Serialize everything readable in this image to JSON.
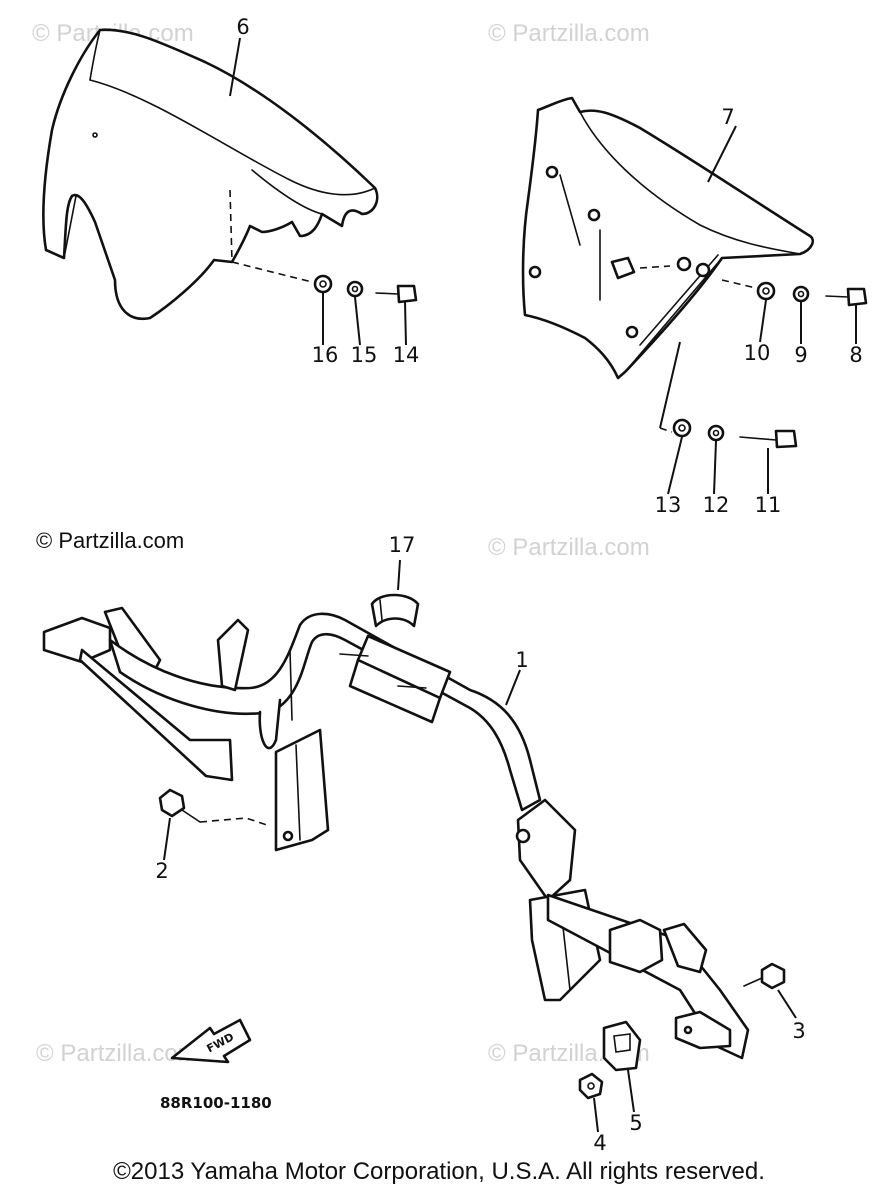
{
  "watermarks": [
    "© Partzilla.com",
    "© Partzilla.com",
    "© Partzilla.com",
    "© Partzilla.com",
    "© Partzilla.com"
  ],
  "copyright_mark": "© Partzilla.com",
  "callouts": [
    "1",
    "2",
    "3",
    "4",
    "5",
    "6",
    "7",
    "8",
    "9",
    "10",
    "11",
    "12",
    "13",
    "14",
    "15",
    "16",
    "17"
  ],
  "fwd_label": "FWD",
  "drawing_code": "88R100-1180",
  "footer": "©2013 Yamaha Motor Corporation, U.S.A. All rights reserved."
}
